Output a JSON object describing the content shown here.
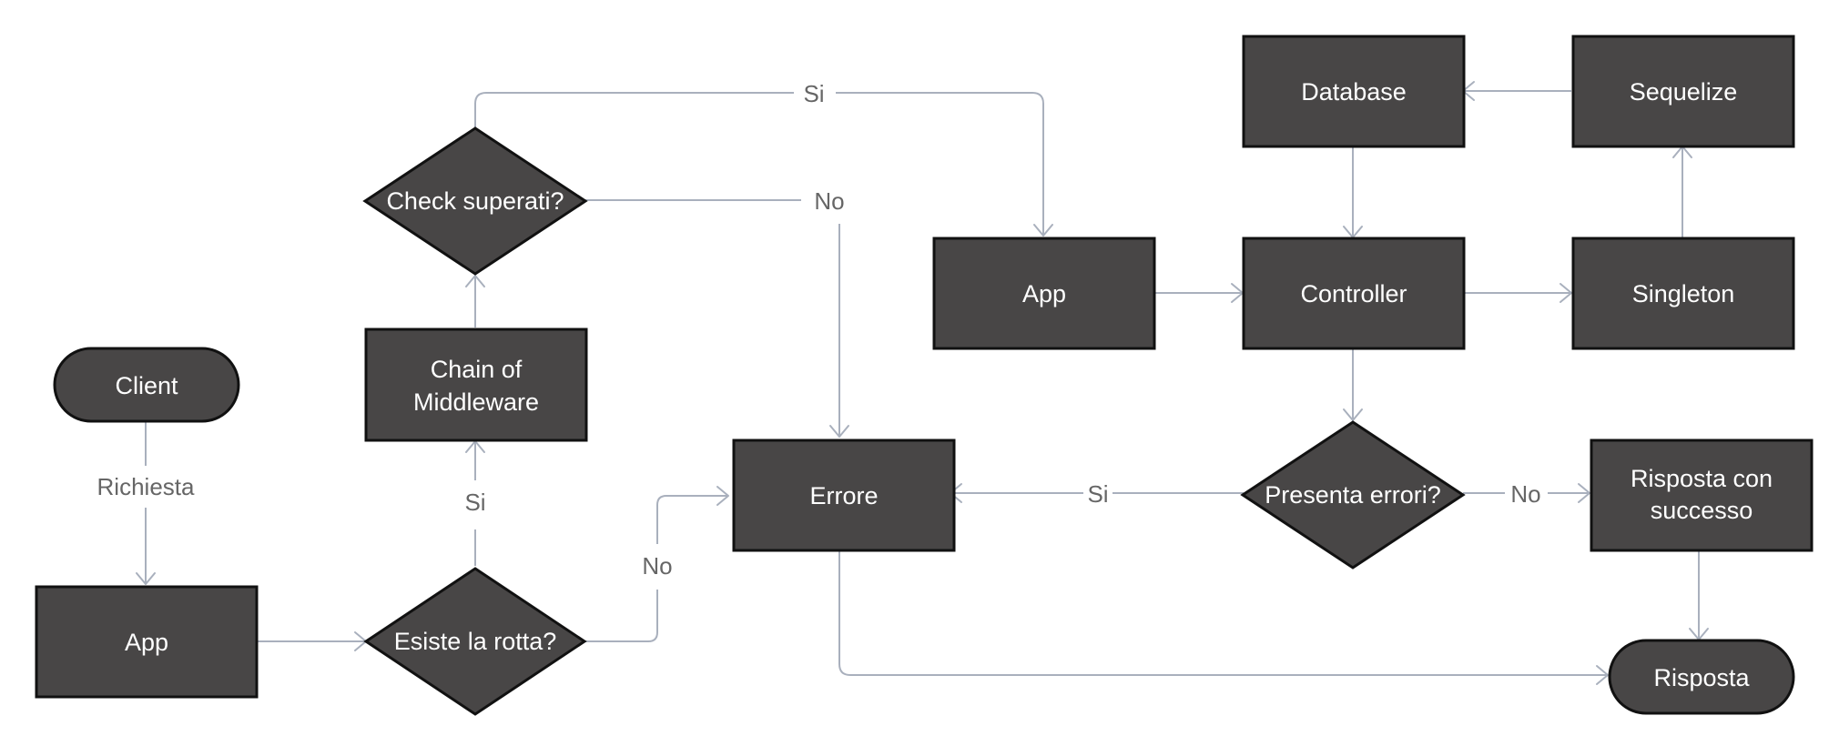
{
  "colors": {
    "node_fill": "#484646",
    "node_border": "#111111",
    "edge": "#a9b0bd",
    "edge_label": "#666666",
    "node_text": "#ffffff"
  },
  "nodes": {
    "client": "Client",
    "app_left": "App",
    "esiste_rotta": "Esiste la rotta?",
    "chain_line1": "Chain of",
    "chain_line2": "Middleware",
    "check_superati": "Check superati?",
    "errore": "Errore",
    "app_middle": "App",
    "controller": "Controller",
    "database": "Database",
    "sequelize": "Sequelize",
    "singleton": "Singleton",
    "presenta_errori": "Presenta errori?",
    "risposta_successo_line1": "Risposta con",
    "risposta_successo_line2": "successo",
    "risposta": "Risposta"
  },
  "edge_labels": {
    "richiesta": "Richiesta",
    "si_rotta": "Si",
    "no_rotta": "No",
    "si_check": "Si",
    "no_check": "No",
    "si_errori": "Si",
    "no_errori": "No"
  }
}
